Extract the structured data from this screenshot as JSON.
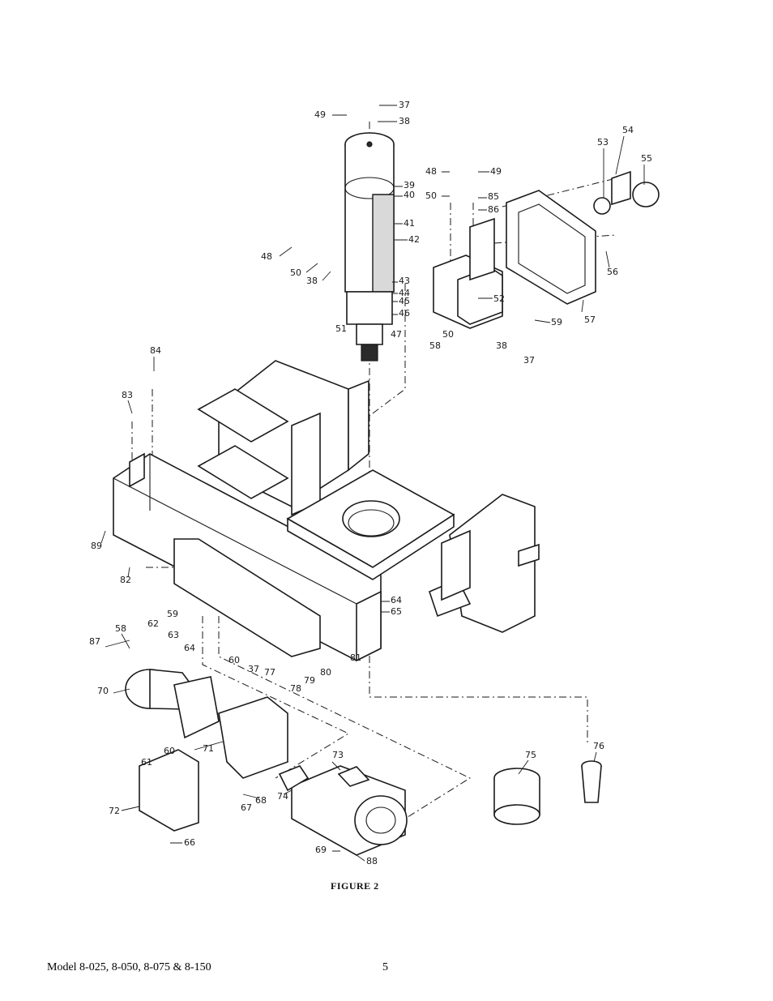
{
  "figure": {
    "caption": "FIGURE 2",
    "callouts": [
      "37",
      "38",
      "39",
      "40",
      "41",
      "42",
      "43",
      "44",
      "45",
      "46",
      "47",
      "48",
      "49",
      "50",
      "51",
      "52",
      "53",
      "54",
      "55",
      "56",
      "57",
      "58",
      "59",
      "60",
      "61",
      "62",
      "63",
      "64",
      "65",
      "66",
      "67",
      "68",
      "69",
      "70",
      "71",
      "72",
      "73",
      "74",
      "75",
      "76",
      "77",
      "78",
      "79",
      "80",
      "81",
      "82",
      "83",
      "84",
      "85",
      "86",
      "87",
      "88",
      "89"
    ]
  },
  "footer": {
    "model": "Model 8-025, 8-050, 8-075 & 8-150",
    "page_number": "5"
  }
}
